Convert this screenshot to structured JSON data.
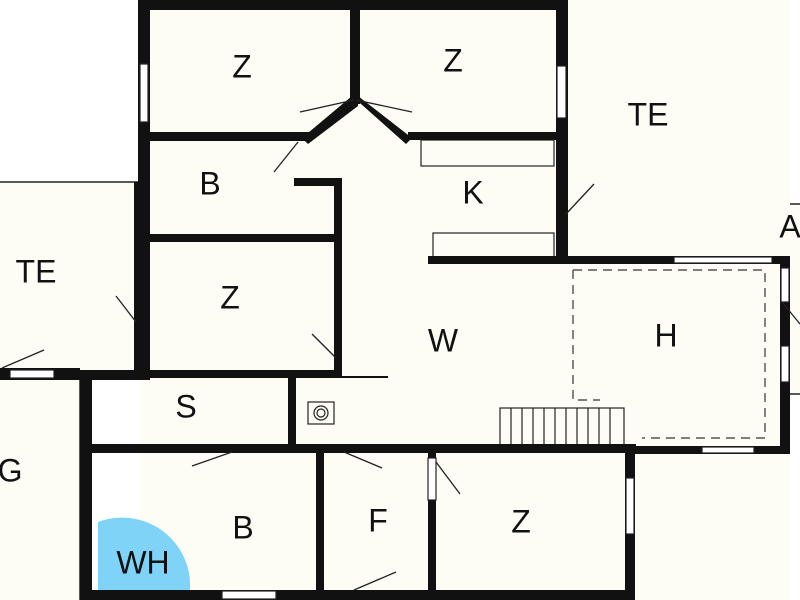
{
  "rooms": {
    "z_top_left": "Z",
    "z_top_mid": "Z",
    "te_top_right": "TE",
    "b_upper": "B",
    "k": "K",
    "a": "A",
    "te_left": "TE",
    "z_mid_left": "Z",
    "w": "W",
    "h": "H",
    "s": "S",
    "g": "G",
    "b_lower": "B",
    "f": "F",
    "z_bottom": "Z",
    "wh": "WH"
  },
  "colors": {
    "wall": "#111111",
    "floor": "#fdfdf6",
    "wh_area": "#7fd3f7"
  }
}
